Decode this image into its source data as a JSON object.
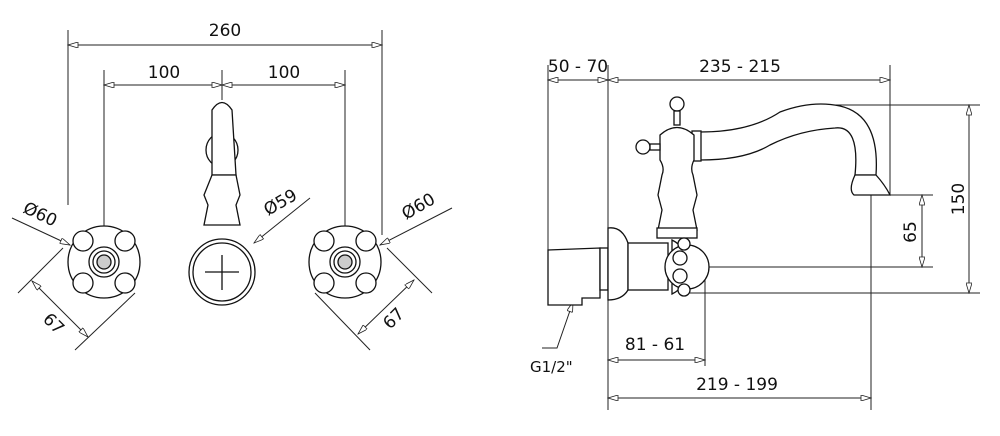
{
  "front_view": {
    "overall_width": "260",
    "left_spacing": "100",
    "right_spacing": "100",
    "left_handle_diameter": "Ø60",
    "spout_diameter": "Ø59",
    "right_handle_diameter": "Ø60",
    "left_handle_span": "67",
    "right_handle_span": "67"
  },
  "side_view": {
    "wall_depth": "50 - 70",
    "spout_reach": "235 - 215",
    "total_height": "150",
    "spout_height": "65",
    "handle_projection": "81 - 61",
    "outlet_distance": "219 - 199",
    "connection": "G1/2\""
  },
  "colors": {
    "line": "#222222",
    "background": "#ffffff"
  }
}
